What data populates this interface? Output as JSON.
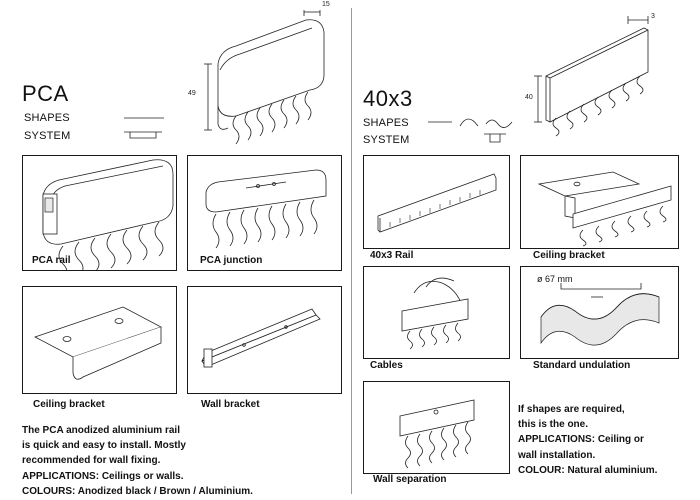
{
  "left": {
    "title": "PCA",
    "shapes_label": "SHAPES",
    "system_label": "SYSTEM",
    "dim_height": "49",
    "dim_width": "15",
    "panels": [
      {
        "caption": "PCA rail"
      },
      {
        "caption": "PCA junction"
      },
      {
        "caption": "Ceiling bracket"
      },
      {
        "caption": "Wall bracket"
      }
    ],
    "description": [
      "The PCA anodized aluminium rail",
      "is quick and easy to install. Mostly",
      "recommended for wall fixing.",
      "APPLICATIONS: Ceilings or walls.",
      "COLOURS: Anodized black / Brown / Aluminium."
    ]
  },
  "right": {
    "title": "40x3",
    "shapes_label": "SHAPES",
    "system_label": "SYSTEM",
    "dim_height": "40",
    "dim_width": "3",
    "panels": [
      {
        "caption": "40x3 Rail"
      },
      {
        "caption": "Ceiling bracket"
      },
      {
        "caption": "Cables"
      },
      {
        "caption": "Standard undulation",
        "note": "ø 67 mm"
      },
      {
        "caption": "Wall separation"
      }
    ],
    "description": [
      "If shapes are required,",
      "this is the one.",
      "APPLICATIONS: Ceiling or",
      "wall installation.",
      "COLOUR: Natural aluminium."
    ]
  }
}
